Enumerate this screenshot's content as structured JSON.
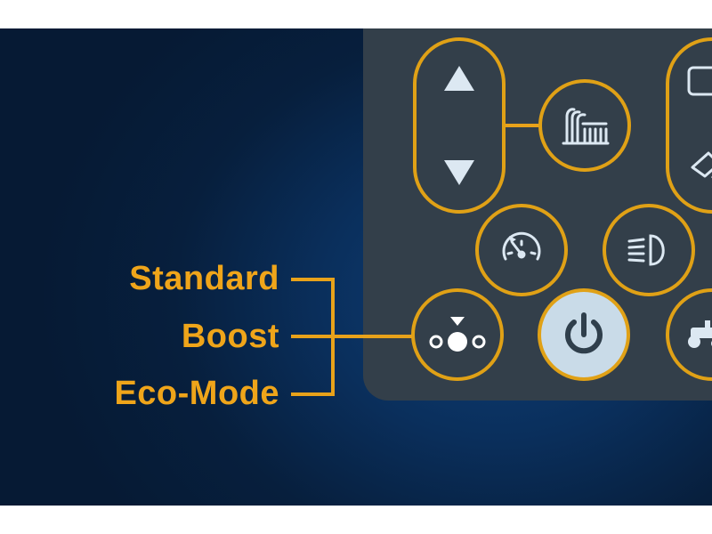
{
  "mode_labels": {
    "standard": "Standard",
    "boost": "Boost",
    "eco": "Eco-Mode"
  },
  "colors": {
    "accent": "#efa51a",
    "panel": "#333f4a",
    "background": "#071f3d",
    "icon": "#dce8f2",
    "power_button": "#c9dbe8",
    "power_icon": "#2f3f4c"
  },
  "icons": {
    "up": "triangle-up-icon",
    "down": "triangle-down-icon",
    "cutting_height": "cutting-height-icon",
    "cruise": "cruise-control-icon",
    "headlight": "headlight-icon",
    "mode": "mode-selector-icon",
    "power": "power-icon",
    "mower": "mower-icon"
  }
}
